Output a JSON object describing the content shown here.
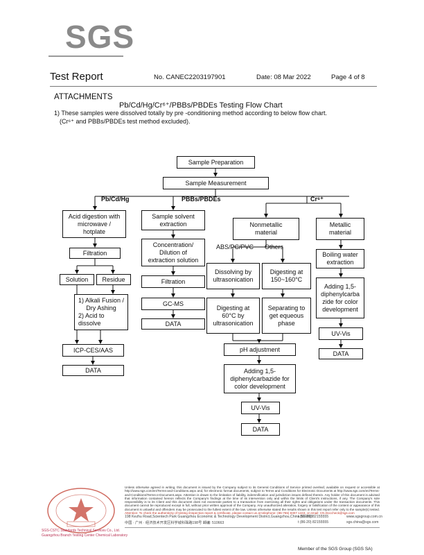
{
  "brand": {
    "logo_text": "SGS",
    "gray": "#8a8a8a",
    "stamp_red": "#c0392b"
  },
  "header": {
    "title": "Test Report",
    "report_no": "No. CANEC2203197901",
    "date": "Date: 08 Mar 2022",
    "page": "Page 4 of 8"
  },
  "attachments": {
    "heading": "ATTACHMENTS",
    "subtitle": "Pb/Cd/Hg/Cr⁶⁺/PBBs/PBDEs Testing Flow Chart",
    "note1": "1) These samples were dissolved totally by pre -conditioning method according to below flow chart.",
    "note2": "(Cr⁶⁺ and PBBs/PBDEs test method excluded)."
  },
  "flow": {
    "sample_preparation": "Sample Preparation",
    "sample_measurement": "Sample Measurement",
    "branch_pbcdhg": "Pb/Cd/Hg",
    "branch_pbbs": "PBBs/PBDEs",
    "branch_cr": "Cr⁶⁺",
    "acid_digestion": [
      "Acid digestion with",
      "microwave /",
      "hotplate"
    ],
    "filtration_left": "Filtration",
    "solution": "Solution",
    "residue": "Residue",
    "alkali": [
      "1) Alkali Fusion /",
      "Dry Ashing",
      "2) Acid to",
      "dissolve"
    ],
    "icp": "ICP-CES/AAS",
    "data_left": "DATA",
    "solvent_extraction": [
      "Sample solvent",
      "extraction"
    ],
    "concentration": [
      "Concentration/",
      "Dilution of",
      "extraction solution"
    ],
    "filtration_mid": "Filtration",
    "gcms": "GC-MS",
    "data_mid": "DATA",
    "nonmetallic": [
      "Nonmetallic",
      "material"
    ],
    "abs_label": "ABS/PC/PVC",
    "others_label": "Others",
    "dissolving": [
      "Dissolving by",
      "ultrasonication"
    ],
    "digesting_150": [
      "Digesting at",
      "150~160°C"
    ],
    "digesting_60": [
      "Digesting at",
      "60°C by",
      "ultrasonication"
    ],
    "separating": [
      "Separating to",
      "get equeous",
      "phase"
    ],
    "ph_adjustment": "pH adjustment",
    "adding_center": [
      "Adding 1,5-",
      "diphenylcarbazide for",
      "color development"
    ],
    "uvvis_center": "UV-Vis",
    "data_center": "DATA",
    "metallic": [
      "Metallic",
      "material"
    ],
    "boiling": [
      "Boiling water",
      "extraction"
    ],
    "adding_right": [
      "Adding 1,5-",
      "diphenylcarba",
      "zide for color",
      "development"
    ],
    "uvvis_right": "UV-Vis",
    "data_right": "DATA"
  },
  "footer": {
    "disclaimer": "Unless otherwise agreed in writing, this document is issued by the Company subject to its General Conditions of Service printed overleaf, available on request or accessible at http://www.sgs.com/en/Terms-and-Conditions.aspx and, for electronic format documents, subject to Terms and Conditions for Electronic Documents at http://www.sgs.com/en/Terms-and-Conditions/Terms-e-Document.aspx. Attention is drawn to the limitation of liability, indemnification and jurisdiction issues defined therein. Any holder of this document is advised that information contained hereon reflects the Company's findings at the time of its intervention only and within the limits of Client's instructions, if any. The Company's sole responsibility is to its Client and this document does not exonerate parties to a transaction from exercising all their rights and obligations under the transaction documents. This document cannot be reproduced except in full, without prior written approval of the Company. Any unauthorized alteration, forgery or falsification of the content or appearance of this document is unlawful and offenders may be prosecuted to the fullest extent of the law. Unless otherwise stated the results shown in this test report refer only to the sample(s) tested.",
    "attention": "Attention: To check the authenticity of testing /inspection report & certificate, please contact us at telephone: (86-755) 8307 1443, or email: CN.Doccheck@sgs.com",
    "address_en": "198 Kezhu Road,Scientech Park Guangzhou Economic & Technology Development District,Guangzhou,China  510663",
    "address_cn": "中国 · 广州 · 经济技术开发区科学城科珠路198号    邮编: 510663",
    "phone1": "t (86-20) 82155555",
    "phone2": "t (86-20) 82155555",
    "web": "www.sgsgroup.com.cn",
    "email": "sgs.china@sgs.com",
    "stamp_line1": "SGS-CSTC Standards Technical Services Co., Ltd.",
    "stamp_line2": "Guangzhou Branch Testing Center Chemical Laboratory",
    "member": "Member of the SGS Group (SGS SA)"
  }
}
